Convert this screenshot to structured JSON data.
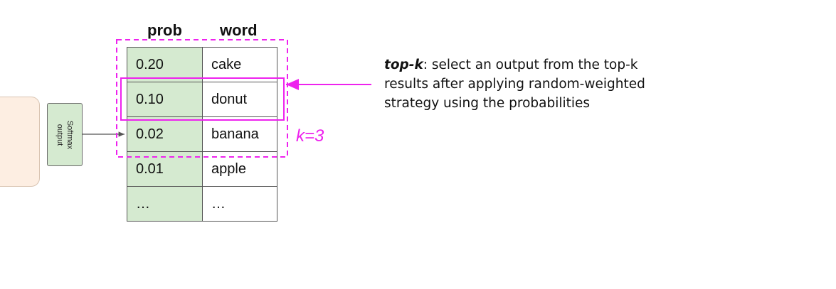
{
  "softmax_label": "Softmax\noutput",
  "headers": {
    "prob": "prob",
    "word": "word"
  },
  "rows": [
    {
      "prob": "0.20",
      "word": "cake"
    },
    {
      "prob": "0.10",
      "word": "donut"
    },
    {
      "prob": "0.02",
      "word": "banana"
    },
    {
      "prob": "0.01",
      "word": "apple"
    },
    {
      "prob": "…",
      "word": "…"
    }
  ],
  "k_label": "k=3",
  "description": {
    "term": "top-k",
    "text": ": select an output from the top-k results after applying random-weighted strategy using the probabilities"
  },
  "colors": {
    "highlight": "#ee22ee",
    "prob_column": "#d5ead0",
    "model_box": "#fdeee2"
  }
}
